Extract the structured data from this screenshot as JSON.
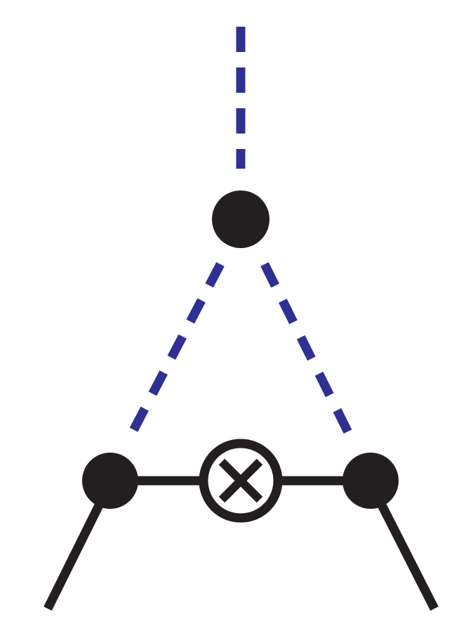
{
  "diagram": {
    "kind": "feynman-diagram",
    "colors": {
      "background": "#ffffff",
      "solid_line": "#231f20",
      "dashed_line": "#2e3192",
      "vertex": "#231f20"
    },
    "vertices": [
      {
        "id": "top-vertex",
        "style": "filled-dot"
      },
      {
        "id": "left-vertex",
        "style": "filled-dot"
      },
      {
        "id": "right-vertex",
        "style": "filled-dot"
      },
      {
        "id": "insertion",
        "style": "circled-cross"
      }
    ],
    "edges": [
      {
        "id": "external-scalar",
        "from": "external-top",
        "to": "top-vertex",
        "line": "dashed"
      },
      {
        "id": "internal-scalar-left",
        "from": "top-vertex",
        "to": "left-vertex",
        "line": "dashed"
      },
      {
        "id": "internal-scalar-right",
        "from": "top-vertex",
        "to": "right-vertex",
        "line": "dashed"
      },
      {
        "id": "internal-fermion-left",
        "from": "left-vertex",
        "to": "insertion",
        "line": "solid"
      },
      {
        "id": "internal-fermion-right",
        "from": "insertion",
        "to": "right-vertex",
        "line": "solid"
      },
      {
        "id": "external-fermion-left",
        "from": "left-vertex",
        "to": "external-bottom-left",
        "line": "solid"
      },
      {
        "id": "external-fermion-right",
        "from": "right-vertex",
        "to": "external-bottom-right",
        "line": "solid"
      }
    ]
  }
}
